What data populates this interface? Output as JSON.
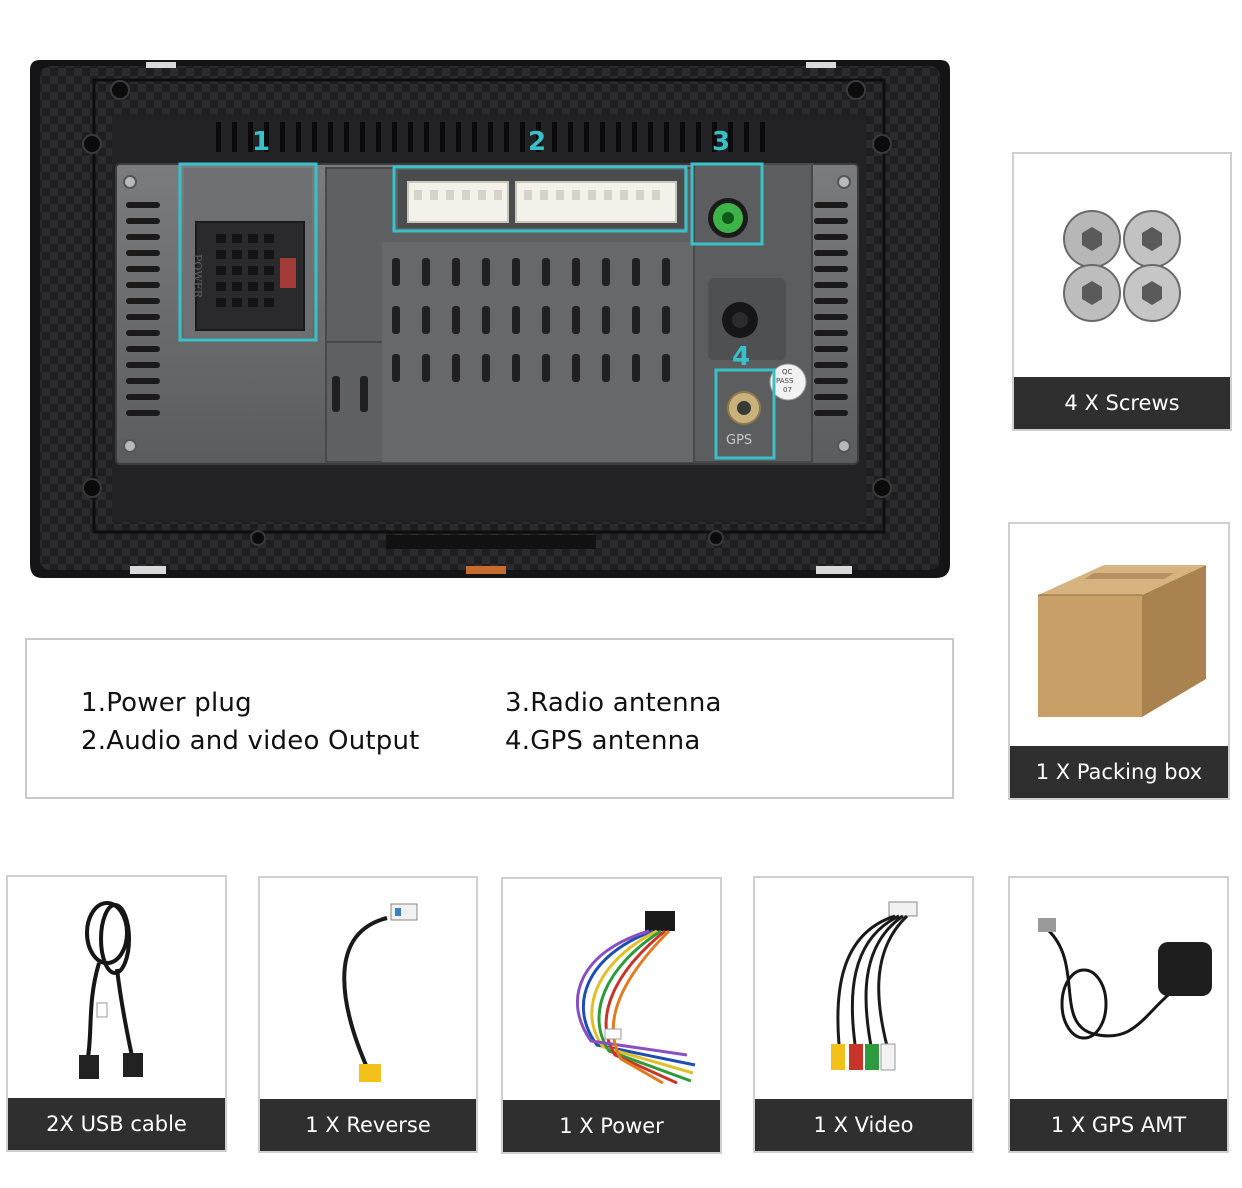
{
  "callouts": [
    "1",
    "2",
    "3",
    "4"
  ],
  "unit_labels": {
    "power": "POWER",
    "gps": "GPS",
    "qc_line1": "QC",
    "qc_line2": "PASS",
    "qc_line3": "07"
  },
  "legend": {
    "items": [
      "1.Power plug",
      "2.Audio and video Output",
      "3.Radio antenna",
      "4.GPS antenna"
    ]
  },
  "accessories": {
    "screws": "4 X Screws",
    "box": "1 X Packing box",
    "usb": "2X USB cable",
    "reverse": "1 X Reverse",
    "power": "1 X Power",
    "video": "1 X Video",
    "gps": "1 X GPS AMT"
  },
  "colors": {
    "callout_accent": "#39c1c9",
    "caption_bar": "#2f2f2f",
    "unit_body": "#6b6d6f",
    "frame": "#1d1d1f"
  }
}
